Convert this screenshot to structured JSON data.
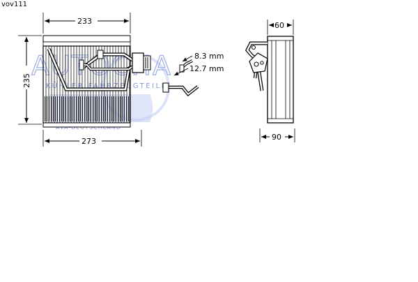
{
  "part_code": "vov111",
  "dimensions": {
    "top_width": "233",
    "height": "235",
    "bottom_width": "273",
    "side_depth_top": "60",
    "side_depth_bottom": "90",
    "pipe_small": "8.3 mm",
    "pipe_large": "12.7 mm"
  },
  "watermark": {
    "brand": "AUTOCHA",
    "line1": "KÜHLER FAHRZEUGTEILE",
    "line2": "AVA-DEUTSCHLAND",
    "color": "#1f3a9e"
  }
}
